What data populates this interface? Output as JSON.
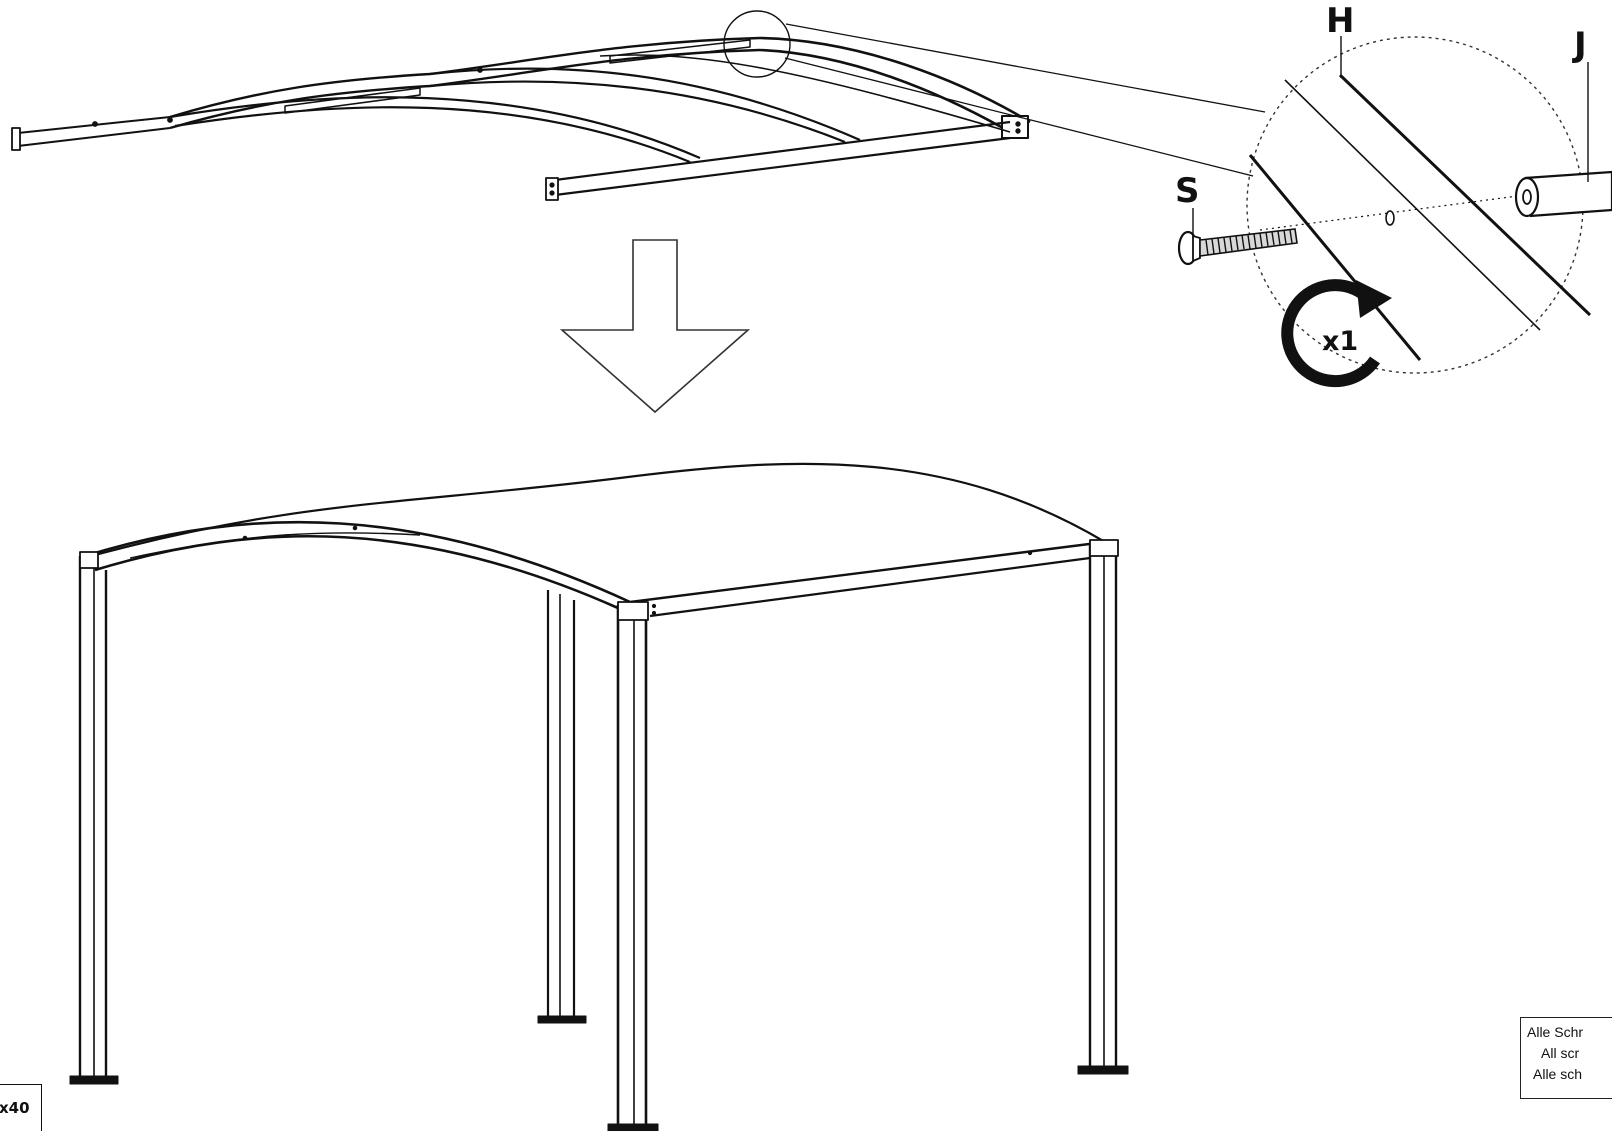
{
  "callouts": {
    "H": "H",
    "J": "J",
    "S": "S"
  },
  "rotation": {
    "label": "x1",
    "icon": "clockwise-rotate-arrow-icon"
  },
  "note": {
    "line1": "Alle Schr",
    "line2": "All scr",
    "line3": "Alle sch"
  },
  "quantity": {
    "label": "x40"
  },
  "icons": {
    "arrow": "down-arrow-icon",
    "magnifier": "detail-magnifier-icon",
    "screw": "screw-icon"
  },
  "colors": {
    "ink": "#111111",
    "background": "#ffffff"
  }
}
